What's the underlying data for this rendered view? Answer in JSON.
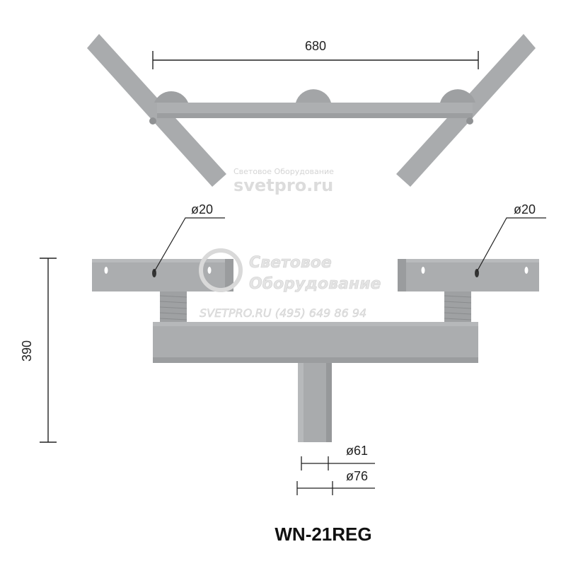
{
  "dimensions": {
    "width_top": "680",
    "hole_left": "ø20",
    "hole_right": "ø20",
    "height": "390",
    "pipe_inner": "ø61",
    "pipe_outer": "ø76"
  },
  "model": "WN-21REG",
  "watermarks": {
    "top_small": "Световое Оборудование",
    "top_big": "svetpro.ru",
    "logo_line1": "Световое",
    "logo_line2": "Оборудование",
    "site_phone": "SVETPRO.RU   (495) 649 86 94"
  },
  "colors": {
    "metal": "#a9abad",
    "metal_dark": "#8f9193",
    "line": "#222222"
  }
}
